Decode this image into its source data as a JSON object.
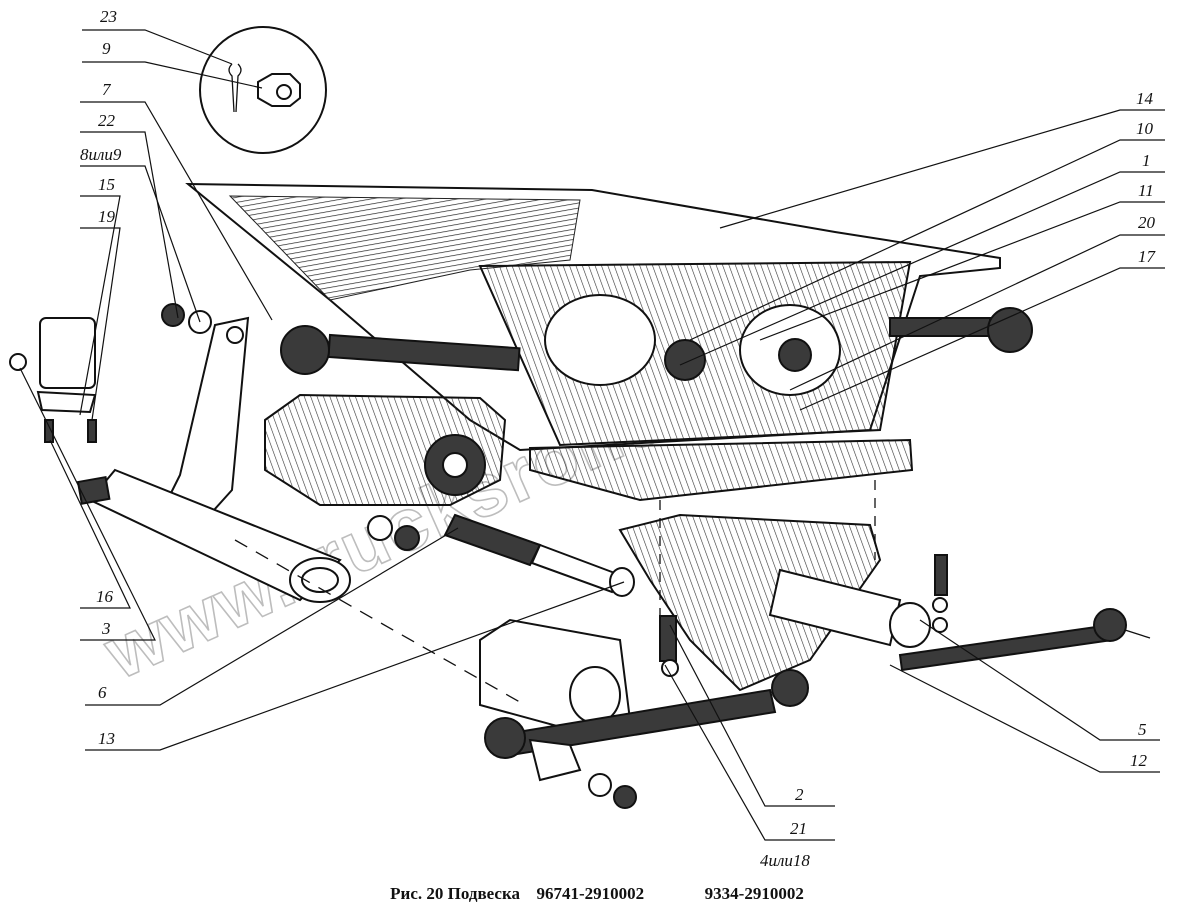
{
  "caption": {
    "title": "Рис. 20 Подвеска",
    "code1": "96741-2910002",
    "code2": "9334-2910002"
  },
  "watermark": "www.trucksrone.kz",
  "labels": {
    "l23": "23",
    "l9": "9",
    "l7": "7",
    "l22": "22",
    "l8or9": "8или9",
    "l15": "15",
    "l19": "19",
    "l16": "16",
    "l3": "3",
    "l6": "6",
    "l13": "13",
    "l14": "14",
    "l10": "10",
    "l1": "1",
    "l11": "11",
    "l20": "20",
    "l17": "17",
    "l5": "5",
    "l12": "12",
    "l2": "2",
    "l21": "21",
    "l4or18": "4или18"
  }
}
